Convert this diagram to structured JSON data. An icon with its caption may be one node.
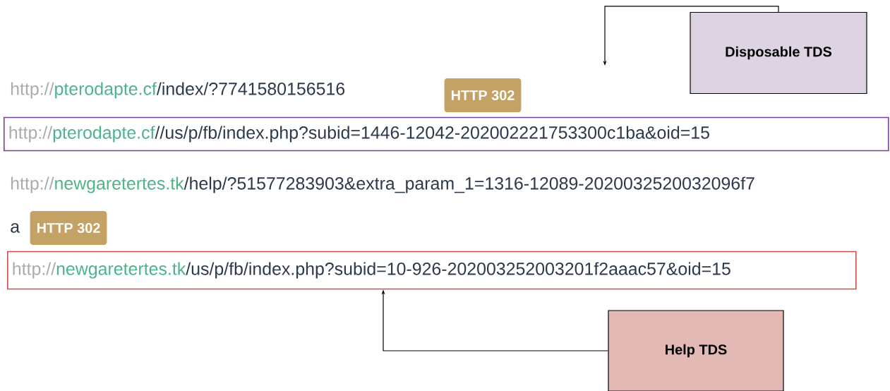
{
  "diagram": {
    "nodes": [
      {
        "text": [
          "Disposable TDS"
        ]
      },
      {
        "text": [
          "HTTP 302"
        ]
      },
      {
        "text": [
          "http://",
          "pterodapte.cf",
          "//us/p/fb/index.php?subid=1446-12042-202002221753300c1ba&oid=15"
        ]
      },
      {
        "text": [
          "HTTP 302"
        ]
      },
      {
        "text": [
          "http://",
          "newgaretertes.tk",
          "/us/p/fb/index.php?subid=10-926-202003252003201f2aaac57&oid=15"
        ]
      },
      {
        "text": [
          "Help TDS"
        ]
      }
    ],
    "edges": [
      {
        "from": 0,
        "to": null,
        "arrow": "to"
      },
      {
        "from": 5,
        "to": 4,
        "arrow": "to"
      }
    ],
    "labels": [
      "http://",
      "pterodapte.cf",
      "/index/?7741580156516",
      "http://",
      "newgaretertes.tk",
      "/help/?51577283903&extra_param_1=1316-12089-2020032520032096f7",
      "a"
    ]
  }
}
